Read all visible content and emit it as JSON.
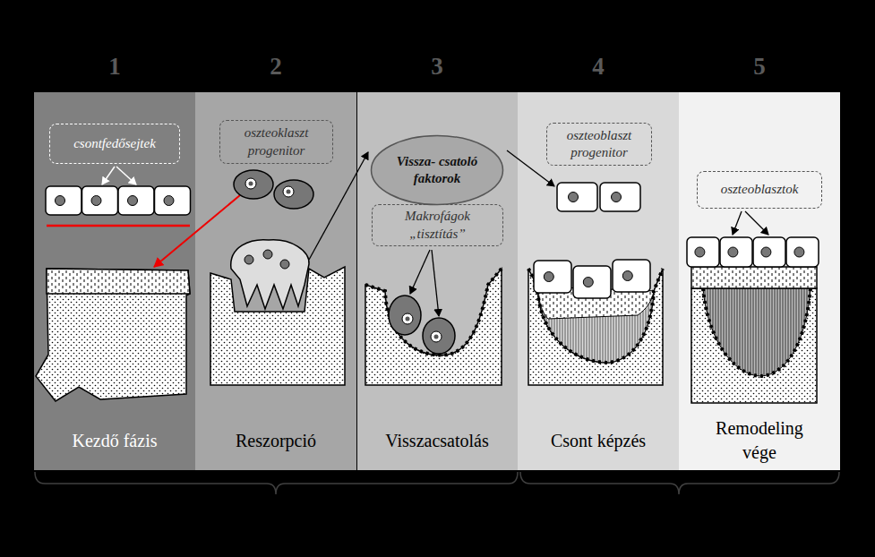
{
  "diagram": {
    "nodes": [
      {
        "text": [
          "1",
          "Kezdő fázis"
        ]
      },
      {
        "text": [
          "csontfedősejtek"
        ],
        "in": 0
      },
      {
        "text": [
          "2",
          "Reszorpció"
        ]
      },
      {
        "text": [
          "oszteoklaszt progenitor"
        ],
        "in": 2
      },
      {
        "text": [
          "3",
          "Visszacsatolás"
        ]
      },
      {
        "text": [
          "Vissza- csatoló faktorok"
        ],
        "in": 4
      },
      {
        "text": [
          "Makrofágok „tisztítás”"
        ],
        "in": 4
      },
      {
        "text": [
          "4",
          "Csont képzés"
        ]
      },
      {
        "text": [
          "oszteoblaszt progenitor"
        ],
        "in": 7
      },
      {
        "text": [
          "5",
          "Remodeling vége"
        ]
      },
      {
        "text": [
          "oszteoblasztok"
        ],
        "in": 9
      }
    ]
  }
}
